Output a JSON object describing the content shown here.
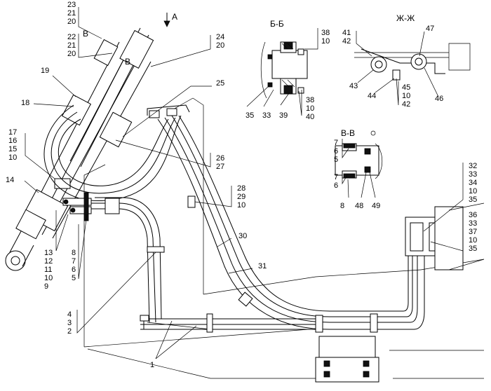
{
  "section_titles": {
    "view_a": "А",
    "section_bb": "Б-Б",
    "section_zhzh": "Ж-Ж",
    "section_vv": "В-В",
    "mark_v_upper": "В",
    "mark_v_lower": "В"
  },
  "callouts": {
    "c23_21_20": [
      "23",
      "21",
      "20"
    ],
    "c22_21_20": [
      "22",
      "21",
      "20"
    ],
    "c24_20": [
      "24",
      "20"
    ],
    "c19": "19",
    "c18": "18",
    "c25": "25",
    "c17_16_15_10": [
      "17",
      "16",
      "15",
      "10"
    ],
    "c14": "14",
    "c26_27": [
      "26",
      "27"
    ],
    "c28_29_10": [
      "28",
      "29",
      "10"
    ],
    "c13_12_11_10_9": [
      "13",
      "12",
      "11",
      "10",
      "9"
    ],
    "c8_7_6_5": [
      "8",
      "7",
      "6",
      "5"
    ],
    "c30": "30",
    "c31": "31",
    "c4_3_2": [
      "4",
      "3",
      "2"
    ],
    "c1": "1",
    "bb_38_10_top": [
      "38",
      "10"
    ],
    "bb_38_10_40": [
      "38",
      "10",
      "40"
    ],
    "bb_35": "35",
    "bb_33": "33",
    "bb_39": "39",
    "zh_41_42": [
      "41",
      "42"
    ],
    "zh_47": "47",
    "zh_43": "43",
    "zh_44": "44",
    "zh_45_10_42": [
      "45",
      "10",
      "42"
    ],
    "zh_46": "46",
    "vv_7_6_5": [
      "7",
      "6",
      "5"
    ],
    "vv_7_6": [
      "7",
      "6"
    ],
    "vv_8": "8",
    "vv_48": "48",
    "vv_49": "49",
    "c32_33_34_10_35": [
      "32",
      "33",
      "34",
      "10",
      "35"
    ],
    "c36_33_37_10_35": [
      "36",
      "33",
      "37",
      "10",
      "35"
    ]
  }
}
